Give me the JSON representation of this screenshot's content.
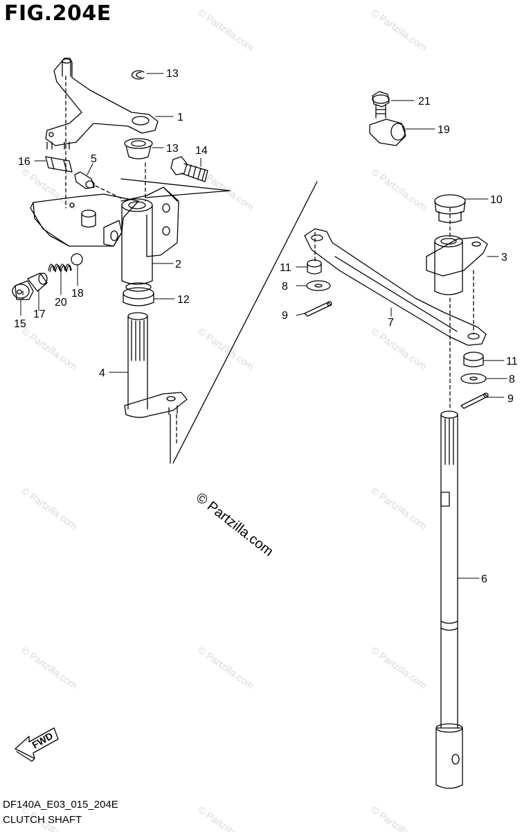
{
  "figure": {
    "title": "FIG.204E",
    "code": "DF140A_E03_015_204E",
    "caption": "CLUTCH SHAFT"
  },
  "watermark": {
    "text": "© Partzilla.com"
  },
  "center_watermark": {
    "text": "© Partzilla.com"
  },
  "fwd_label": "FWD",
  "callouts": [
    "1",
    "2",
    "3",
    "4",
    "5",
    "6",
    "7",
    "8",
    "8",
    "9",
    "9",
    "10",
    "11",
    "11",
    "12",
    "13",
    "13",
    "14",
    "15",
    "16",
    "17",
    "18",
    "19",
    "20",
    "21"
  ]
}
